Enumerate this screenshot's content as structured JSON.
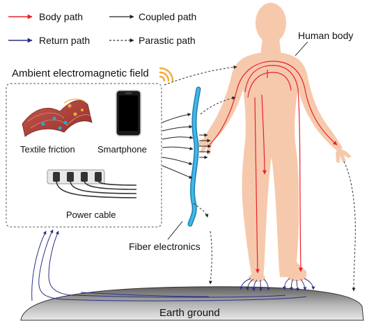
{
  "legend": {
    "body_path": "Body path",
    "coupled_path": "Coupled path",
    "return_path": "Return path",
    "parastic_path": "Parastic path"
  },
  "labels": {
    "human_body": "Human body",
    "ambient_field": "Ambient electromagnetic field",
    "textile_friction": "Textile friction",
    "smartphone": "Smartphone",
    "power_cable": "Power cable",
    "fiber_electronics": "Fiber electronics",
    "earth_ground": "Earth ground"
  },
  "colors": {
    "body_path": "#e8202a",
    "coupled_path": "#222222",
    "return_path": "#2a2f86",
    "parastic_path": "#333333",
    "skin": "#f6c9ad",
    "fiber": "#2aa6dd",
    "ground": "#8a8a8a",
    "signal": "#f2a93b"
  },
  "icons": [
    "wifi-signal-icon",
    "textile-icon",
    "smartphone-icon",
    "power-strip-icon"
  ]
}
